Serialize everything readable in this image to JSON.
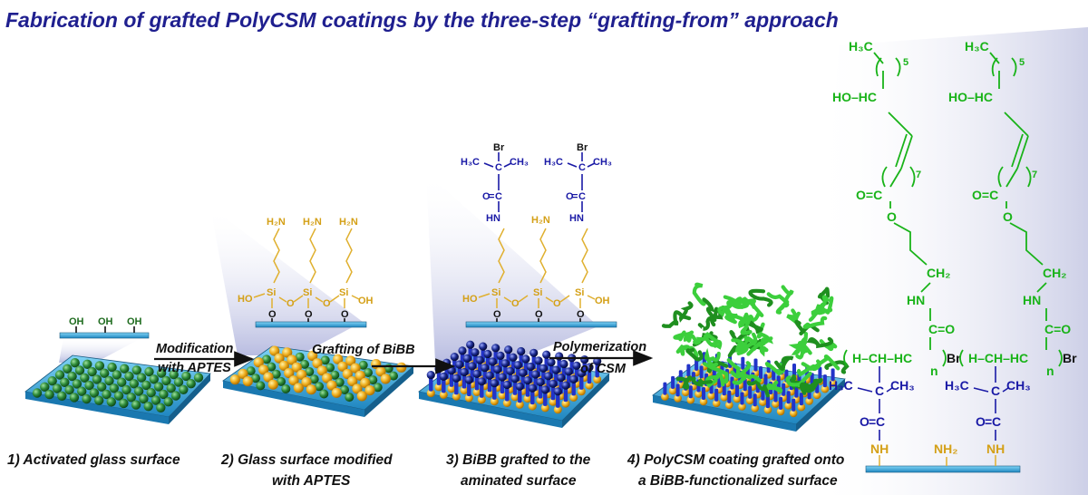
{
  "title": "Fabrication of grafted PolyCSM coatings by the three-step “grafting-from” approach",
  "steps": {
    "s1": "1) Activated glass surface",
    "s2a": "2) Glass surface modified",
    "s2b": "with APTES",
    "s3a": "3) BiBB grafted to the",
    "s3b": "aminated surface",
    "s4a": "4) PolyCSM coating grafted onto",
    "s4b": "a BiBB-functionalized surface"
  },
  "arrows": {
    "a1a": "Modification",
    "a1b": "with APTES",
    "a2": "Grafting of  BiBB",
    "a3a": "Polymerization",
    "a3b": "of CSM"
  },
  "chem": {
    "oh": "OH",
    "ho": "HO",
    "h2n": "H₂N",
    "si": "Si",
    "o": "O",
    "br": "Br",
    "h3c": "H₃C",
    "ch3": "CH₃",
    "c": "C",
    "hn": "HN",
    "nh": "NH",
    "nh2": "NH₂",
    "ch2": "CH₂",
    "cTop": "H₃C",
    "sub5": "5",
    "sub7": "7",
    "hoHC": "HO–HC",
    "oEqC": "O=C",
    "cEqO": "C=O",
    "hchhc": "H–CH–HC",
    "n": "n"
  },
  "colors": {
    "title": "#1f1f8f",
    "glass": "#2aa0d8",
    "ohGreen": "#1e6b1e",
    "aptesOrange": "#d4a017",
    "bibbBlue": "#1a1aa6",
    "csmGreen": "#19b319"
  }
}
